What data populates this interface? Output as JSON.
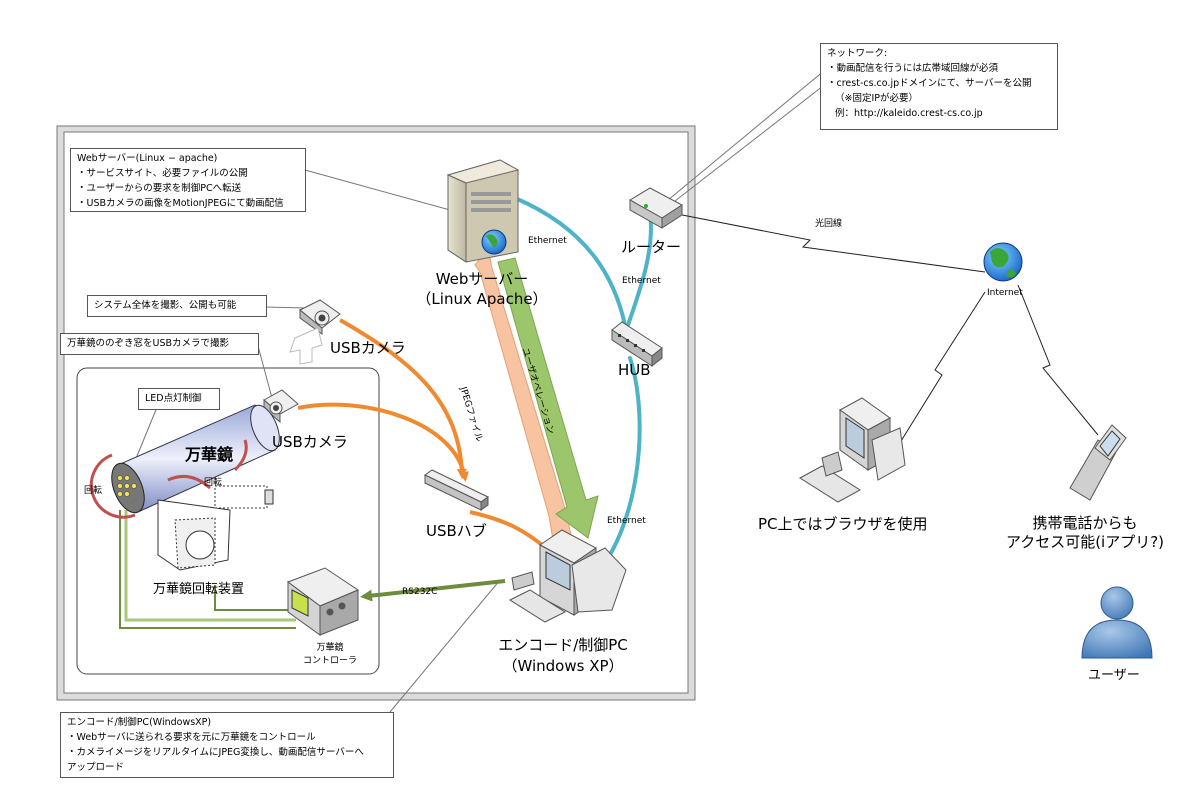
{
  "callouts": {
    "network": {
      "title": "ネットワーク:",
      "lines": [
        "・動画配信を行うには広帯域回線が必須",
        "・crest-cs.co.jpドメインにて、サーバーを公開",
        "（※固定IPが必要）",
        "例：http://kaleido.crest-cs.co.jp"
      ]
    },
    "webserver": {
      "title": "Webサーバー(Linux − apache)",
      "lines": [
        "・サービスサイト、必要ファイルの公開",
        "・ユーザーからの要求を制御PCへ転送",
        "・USBカメラの画像をMotionJPEGにて動画配信"
      ]
    },
    "system_camera": "システム全体を撮影、公開も可能",
    "kaleido_camera": "万華鏡ののぞき窓をUSBカメラで撮影",
    "led": "LED点灯制御",
    "encoder": {
      "title": "エンコード/制御PC(WindowsXP)",
      "lines": [
        "・Webサーバに送られる要求を元に万華鏡をコントロール",
        "・カメライメージをリアルタイムにJPEG変換し、動画配信サーバーへ",
        "アップロード"
      ]
    }
  },
  "nodes": {
    "webserver_name": "Webサーバー",
    "webserver_os": "（Linux Apache）",
    "router": "ルーター",
    "hub": "HUB",
    "usb_camera_1": "USBカメラ",
    "usb_camera_2": "USBカメラ",
    "usb_hub": "USBハブ",
    "kaleidoscope": "万華鏡",
    "rotation_1": "回転",
    "rotation_2": "回転",
    "rotation_device": "万華鏡回転装置",
    "controller_line1": "万華鏡",
    "controller_line2": "コントローラ",
    "pc_name": "エンコード/制御PC",
    "pc_os": "（Windows XP）",
    "internet": "Internet",
    "pc_browser": "PC上ではブラウザを使用",
    "mobile_line1": "携帯電話からも",
    "mobile_line2": "アクセス可能(iアプリ?)",
    "user": "ユーザー"
  },
  "links": {
    "ethernet_1": "Ethernet",
    "ethernet_2": "Ethernet",
    "ethernet_3": "Ethernet",
    "optical": "光回線",
    "rs232c": "RS232C",
    "jpeg_file": "JPEGファイル",
    "user_operation": "ユーザオペレーション"
  },
  "colors": {
    "ethernet": "#4fb3c8",
    "usb": "#f08a30",
    "jpeg": "#f7c3a0",
    "operation": "#8db85a",
    "serial": "#6e8c3e"
  }
}
